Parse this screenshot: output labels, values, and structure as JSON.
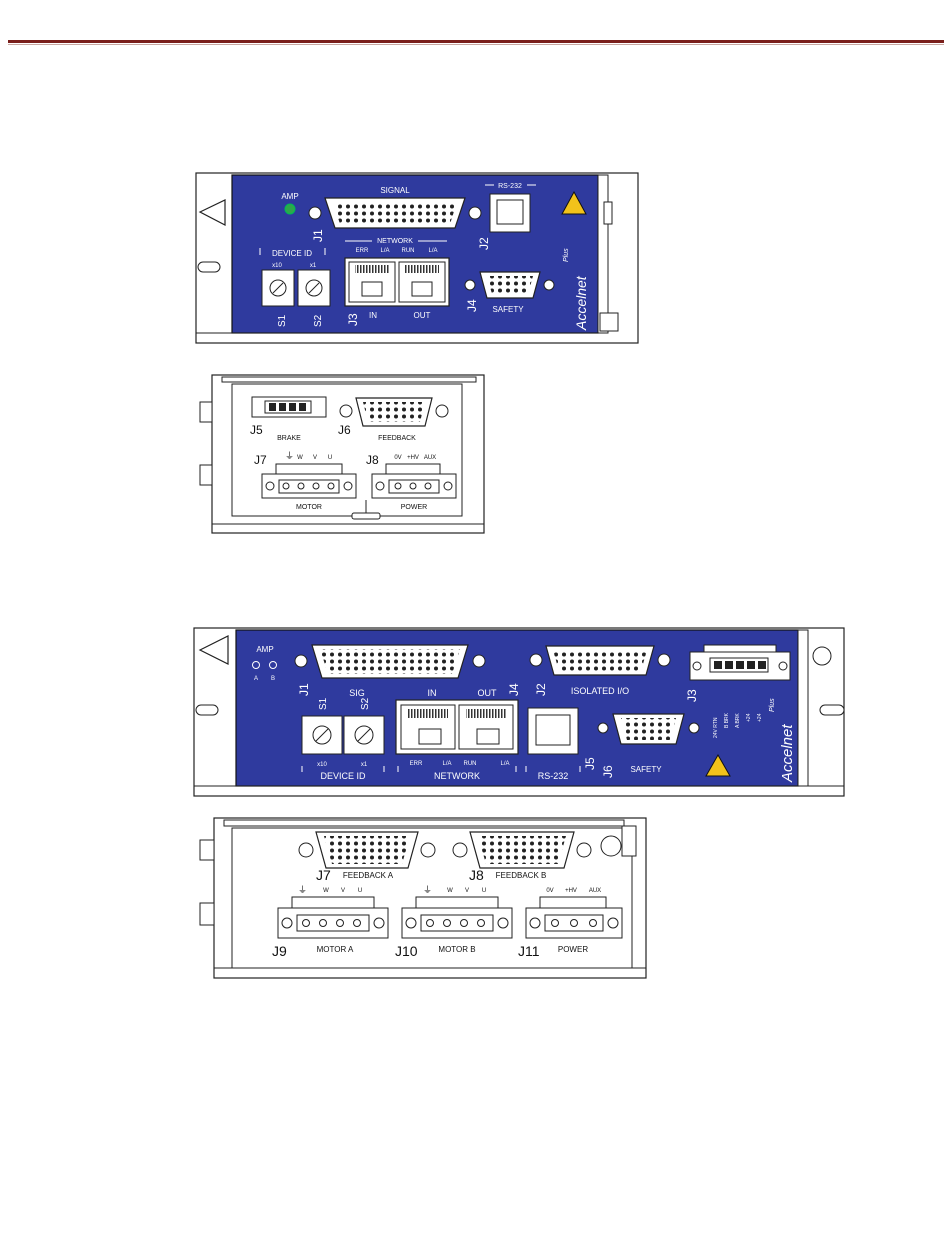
{
  "colors": {
    "header_rule": "#7a1f1b",
    "panel_blue": "#2f3a9e",
    "led_green": "#2ea84a",
    "warning_yellow": "#f2c21b"
  },
  "d1": {
    "amp": "AMP",
    "signal": "SIGNAL",
    "rs232": "RS-232",
    "j1": "J1",
    "j2": "J2",
    "j3": "J3",
    "j4": "J4",
    "network": "NETWORK",
    "err": "ERR",
    "la1": "L/A",
    "run": "RUN",
    "la2": "L/A",
    "device_id": "DEVICE ID",
    "x10": "x10",
    "x1": "x1",
    "s1": "S1",
    "s2": "S2",
    "in": "IN",
    "out": "OUT",
    "safety": "SAFETY",
    "brand": "Accelnet",
    "plus": "Plus"
  },
  "d2": {
    "j5": "J5",
    "brake": "BRAKE",
    "j6": "J6",
    "feedback": "FEEDBACK",
    "j7": "J7",
    "w": "W",
    "v": "V",
    "u": "U",
    "motor": "MOTOR",
    "j8": "J8",
    "zv": "0V",
    "hv": "+HV",
    "aux": "AUX",
    "power": "POWER"
  },
  "d3": {
    "amp": "AMP",
    "a": "A",
    "b": "B",
    "j1": "J1",
    "sig": "SIG",
    "in": "IN",
    "out": "OUT",
    "j4": "J4",
    "j2": "J2",
    "isolated": "ISOLATED I/O",
    "j3": "J3",
    "s1": "S1",
    "s2": "S2",
    "x10": "x10",
    "x1": "x1",
    "device_id": "DEVICE ID",
    "err": "ERR",
    "la1": "L/A",
    "run": "RUN",
    "la2": "L/A",
    "network": "NETWORK",
    "rs232": "RS-232",
    "j5": "J5",
    "j6": "J6",
    "safety": "SAFETY",
    "v24rtn": "24V RTN",
    "bbrk": "B BRK",
    "abrk": "A BRK",
    "p24a": "+24",
    "p24b": "+24",
    "brand": "Accelnet",
    "plus": "Plus"
  },
  "d4": {
    "j7": "J7",
    "feedback_a": "FEEDBACK A",
    "j8": "J8",
    "feedback_b": "FEEDBACK B",
    "j9": "J9",
    "motor_a": "MOTOR A",
    "j10": "J10",
    "motor_b": "MOTOR B",
    "j11": "J11",
    "power": "POWER",
    "w": "W",
    "v": "V",
    "u": "U",
    "zv": "0V",
    "hv": "+HV",
    "aux": "AUX"
  }
}
